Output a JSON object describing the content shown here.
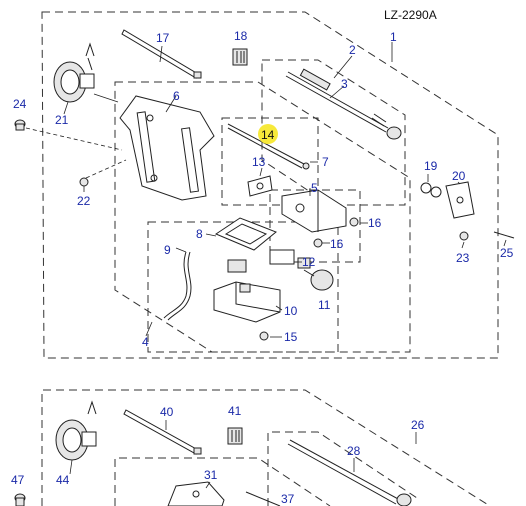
{
  "title": "LZ-2290A",
  "highlight_color": "#f7e93a",
  "label_color": "#1b2aa8",
  "top_callouts": {
    "p1": "1",
    "p2": "2",
    "p3": "3",
    "p4": "4",
    "p5": "5",
    "p6": "6",
    "p7": "7",
    "p8": "8",
    "p9": "9",
    "p10": "10",
    "p11": "11",
    "p12": "12",
    "p13": "13",
    "p14": "14",
    "p15": "15",
    "p16a": "16",
    "p16b": "16",
    "p17": "17",
    "p18": "18",
    "p19": "19",
    "p20": "20",
    "p21": "21",
    "p22": "22",
    "p23": "23",
    "p24": "24",
    "p25": "25"
  },
  "bottom_callouts": {
    "p26": "26",
    "p28": "28",
    "p31": "31",
    "p37": "37",
    "p40": "40",
    "p41": "41",
    "p44": "44",
    "p47": "47"
  }
}
